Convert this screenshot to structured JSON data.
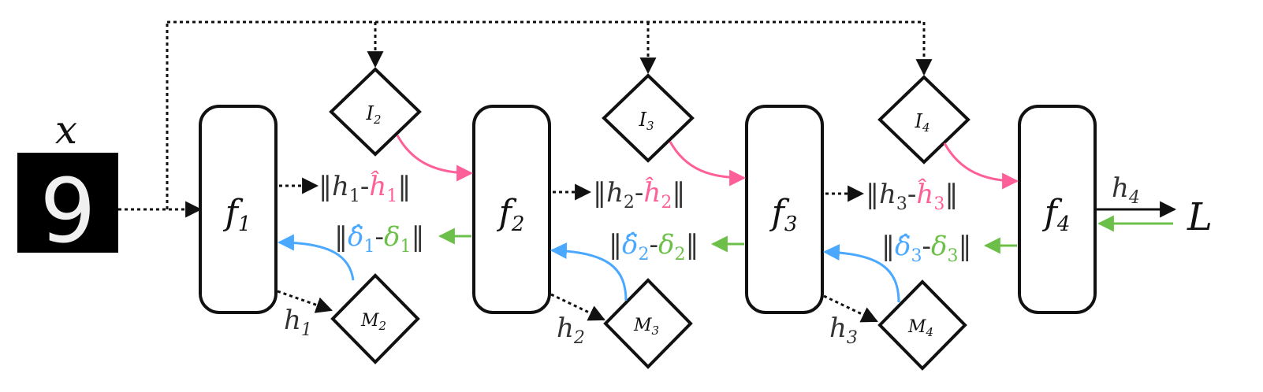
{
  "colors": {
    "black": "#111111",
    "pink": "#ff5f98",
    "blue": "#4aa8ff",
    "green": "#6cc04a",
    "gray": "#666666"
  },
  "input": {
    "label": "x",
    "digit": "9"
  },
  "output": {
    "label": "L",
    "hidden_label": "h",
    "hidden_sub": "4"
  },
  "layers": [
    {
      "name": "f",
      "sub": "1"
    },
    {
      "name": "f",
      "sub": "2"
    },
    {
      "name": "f",
      "sub": "3"
    },
    {
      "name": "f",
      "sub": "4"
    }
  ],
  "i_modules": [
    {
      "name": "I",
      "sub": "2"
    },
    {
      "name": "I",
      "sub": "3"
    },
    {
      "name": "I",
      "sub": "4"
    }
  ],
  "m_modules": [
    {
      "name": "M",
      "sub": "2"
    },
    {
      "name": "M",
      "sub": "3"
    },
    {
      "name": "M",
      "sub": "4"
    }
  ],
  "h_labels": [
    {
      "name": "h",
      "sub": "1"
    },
    {
      "name": "h",
      "sub": "2"
    },
    {
      "name": "h",
      "sub": "3"
    }
  ],
  "forward_losses": [
    {
      "bar": "‖",
      "h": "h",
      "sub": "1",
      "minus": "-",
      "hat": "ĥ",
      "hat_sub": "1",
      "bar_end": "‖"
    },
    {
      "bar": "‖",
      "h": "h",
      "sub": "2",
      "minus": "-",
      "hat": "ĥ",
      "hat_sub": "2",
      "bar_end": "‖"
    },
    {
      "bar": "‖",
      "h": "h",
      "sub": "3",
      "minus": "-",
      "hat": "ĥ",
      "hat_sub": "3",
      "bar_end": "‖"
    }
  ],
  "backward_losses": [
    {
      "bar": "‖",
      "hat": "δ̂",
      "hat_sub": "1",
      "minus": "-",
      "d": "δ",
      "sub": "1",
      "bar_end": "‖"
    },
    {
      "bar": "‖",
      "hat": "δ̂",
      "hat_sub": "2",
      "minus": "-",
      "d": "δ",
      "sub": "2",
      "bar_end": "‖"
    },
    {
      "bar": "‖",
      "hat": "δ̂",
      "hat_sub": "3",
      "minus": "-",
      "d": "δ",
      "sub": "3",
      "bar_end": "‖"
    }
  ]
}
